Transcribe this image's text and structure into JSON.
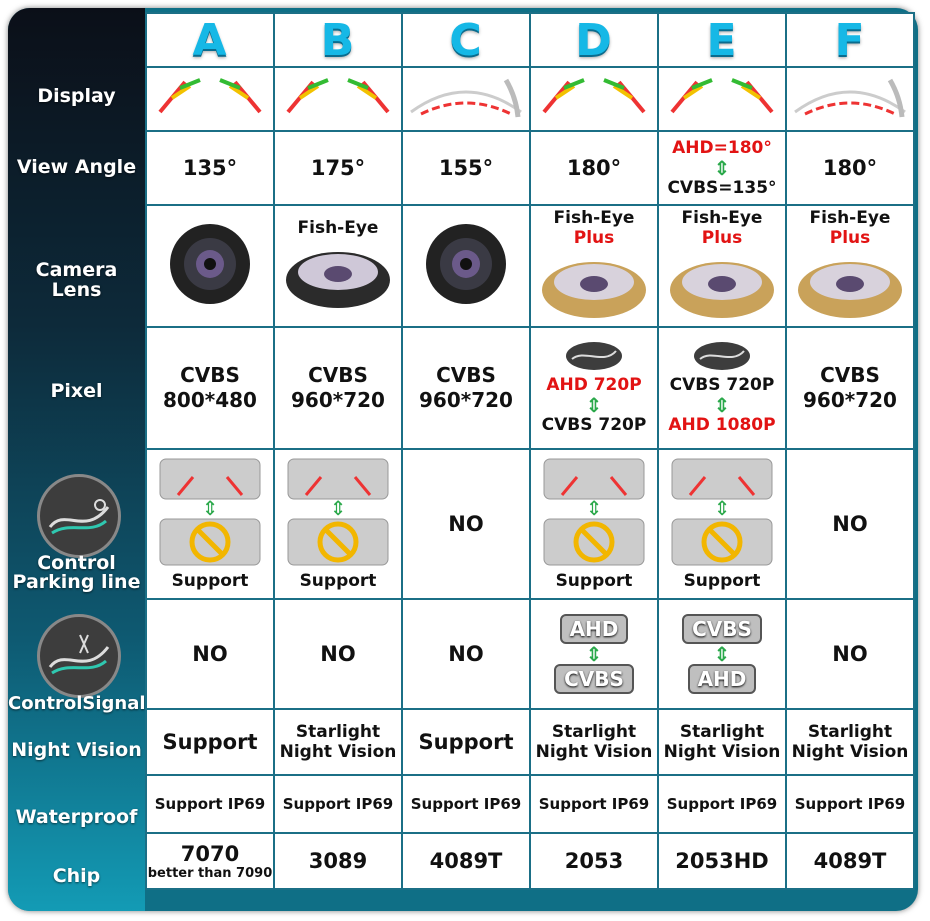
{
  "columns": [
    "A",
    "B",
    "C",
    "D",
    "E",
    "F"
  ],
  "row_labels": {
    "display": "Display",
    "view_angle": "View Angle",
    "camera_lens": "Camera Lens",
    "pixel": "Pixel",
    "control_parking_a": "Control",
    "control_parking_b": "Parking line",
    "control_signal": "ControlSignal",
    "night_vision": "Night Vision",
    "waterproof": "Waterproof",
    "chip": "Chip"
  },
  "view_angle": [
    "135°",
    "175°",
    "155°",
    "180°",
    "",
    "180°"
  ],
  "view_angle_e": {
    "top": "AHD=180°",
    "bottom": "CVBS=135°"
  },
  "lens": {
    "b": "Fish-Eye",
    "plus_base": "Fish-Eye",
    "plus_word": "Plus"
  },
  "pixel": {
    "a1": "CVBS",
    "a2": "800*480",
    "b1": "CVBS",
    "b2": "960*720",
    "c1": "CVBS",
    "c2": "960*720",
    "d_top": "AHD 720P",
    "d_bottom": "CVBS 720P",
    "e_top": "CVBS 720P",
    "e_bottom": "AHD 1080P",
    "f1": "CVBS",
    "f2": "960*720"
  },
  "parking": {
    "support": "Support",
    "no": "NO"
  },
  "signal": {
    "no": "NO",
    "d_top": "AHD",
    "d_bottom": "CVBS",
    "e_top": "CVBS",
    "e_bottom": "AHD"
  },
  "night": {
    "support": "Support",
    "star1": "Starlight",
    "star2": "Night Vision"
  },
  "waterproof": "Support IP69",
  "chip": {
    "a": "7070",
    "a_note": "better than 7090",
    "b": "3089",
    "c": "4089T",
    "d": "2053",
    "e": "2053HD",
    "f": "4089T"
  },
  "colors": {
    "accent": "#16b8e6",
    "border": "#1b6f86",
    "red": "#e21313",
    "green": "#2aa84a"
  }
}
